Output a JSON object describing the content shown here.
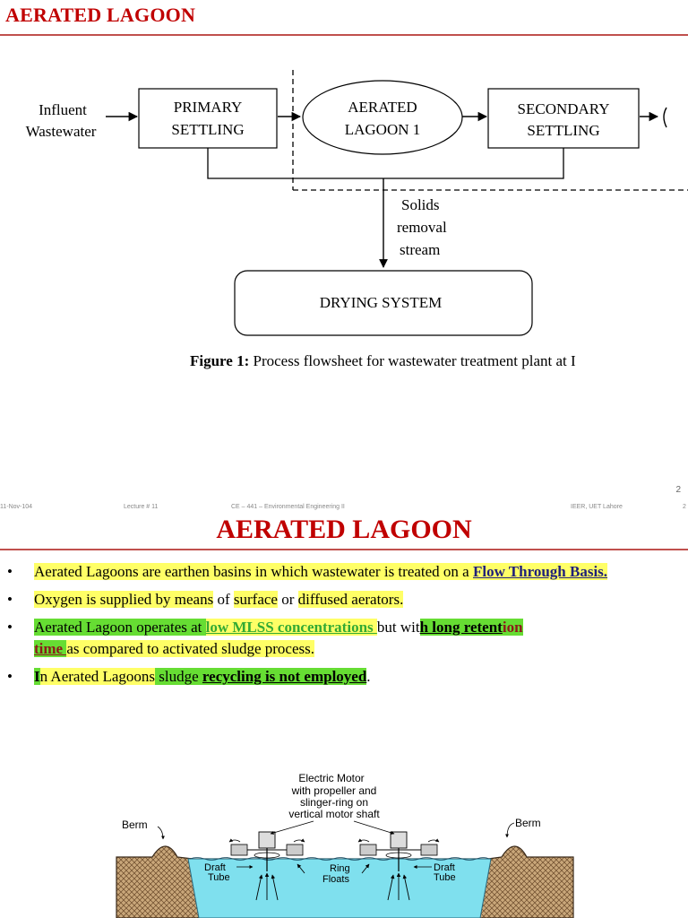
{
  "slide1": {
    "title": "AERATED LAGOON",
    "diagram": {
      "influent_line1": "Influent",
      "influent_line2": "Wastewater",
      "primary_line1": "PRIMARY",
      "primary_line2": "SETTLING",
      "lagoon_line1": "AERATED",
      "lagoon_line2": "LAGOON 1",
      "secondary_line1": "SECONDARY",
      "secondary_line2": "SETTLING",
      "solids_line1": "Solids",
      "solids_line2": "removal",
      "solids_line3": "stream",
      "drying": "DRYING SYSTEM"
    },
    "caption_bold": "Figure 1:",
    "caption_text": " Process flowsheet for wastewater treatment plant at I",
    "page_number": "2"
  },
  "footer": {
    "date": "11-Nov-104",
    "lecture": "Lecture # 11",
    "course": "CE – 441 – Environmental Engineering II",
    "institute": "IEER, UET Lahore",
    "page": "2"
  },
  "slide2": {
    "title": "AERATED LAGOON",
    "bullet_char": "•",
    "b1": {
      "t1": "Aerated Lagoons are earthen basins in which wastewater is treated on a ",
      "t2": "Flow Through Basis."
    },
    "b2": {
      "t1": " Oxygen is supplied by means",
      "t2": " of ",
      "t3": "surface",
      "t4": " or ",
      "t5": "diffused aerators."
    },
    "b3": {
      "t1": " Aerated Lagoon operates at ",
      "t2": "low MLSS concentrations ",
      "t3": "but wit",
      "t4": "h long retent",
      "t5": "ion",
      "t6": "time ",
      "t7": "as compared to activated sludge process."
    },
    "b4": {
      "t1": "I",
      "t2": "n Aerated Lagoons",
      "t3": " sludge ",
      "t4": "recycling is not employed",
      "t5": "."
    },
    "lagoon_diagram": {
      "motor_line1": "Electric Motor",
      "motor_line2": "with propeller and",
      "motor_line3": "slinger-ring on",
      "motor_line4": "vertical motor shaft",
      "berm_left": "Berm",
      "berm_right": "Berm",
      "draft_left_1": "Draft",
      "draft_left_2": "Tube",
      "ring_1": "Ring",
      "ring_2": "Floats",
      "draft_right_1": "Draft",
      "draft_right_2": "Tube"
    }
  },
  "colors": {
    "title_red": "#c00000",
    "rule_red": "#c0504d",
    "highlight_yellow": "#ffff66",
    "highlight_green": "#66dd33",
    "water": "#7fe0ee",
    "soil": "#b08a60"
  }
}
